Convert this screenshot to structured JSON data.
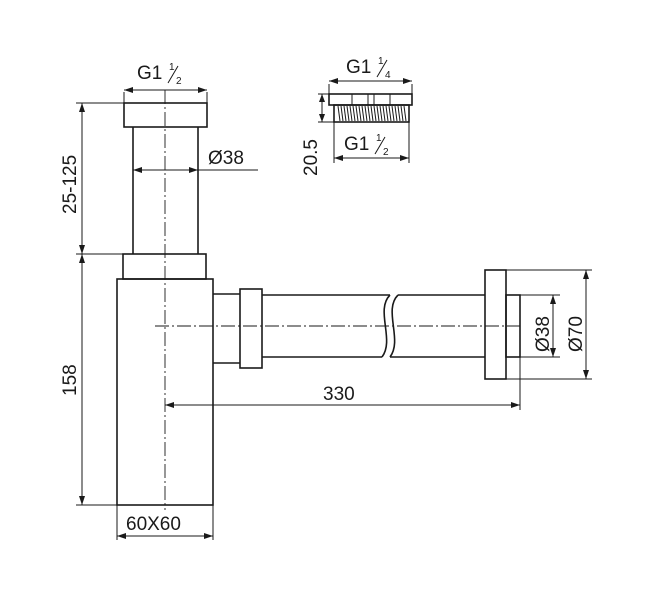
{
  "labels": {
    "inlet_thread": {
      "main": "G1",
      "num": "1",
      "den": "2"
    },
    "pipe_diameter": "Ø38",
    "adj_height": "25-125",
    "body_height": "158",
    "body_size": "60X60",
    "outlet_length": "330",
    "outlet_inner_diameter": "Ø38",
    "outlet_outer_diameter": "Ø70",
    "adapter_top_thread": {
      "main": "G1",
      "num": "1",
      "den": "4"
    },
    "adapter_bottom_thread": {
      "main": "G1",
      "num": "1",
      "den": "2"
    },
    "adapter_height": "20.5"
  }
}
